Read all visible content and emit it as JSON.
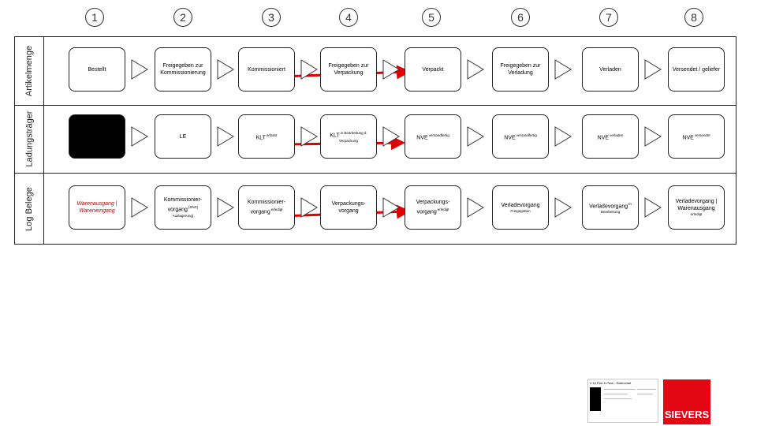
{
  "steps": [
    "1",
    "2",
    "3",
    "4",
    "5",
    "6",
    "7",
    "8"
  ],
  "rows": [
    {
      "label": "Artikelmenge",
      "boxes": [
        {
          "text": "Bestellt",
          "sup": "",
          "sub": ""
        },
        {
          "text": "Freigegeben zur Kommissionierung",
          "sup": "",
          "sub": ""
        },
        {
          "text": "Kommissioniert",
          "sup": "",
          "sub": ""
        },
        {
          "text": "Freigegeben zur Verpackung",
          "sup": "",
          "sub": ""
        },
        {
          "text": "Verpackt",
          "sup": "",
          "sub": ""
        },
        {
          "text": "Freigegeben zur Verladung",
          "sup": "",
          "sub": ""
        },
        {
          "text": "Verladen",
          "sup": "",
          "sub": ""
        },
        {
          "text": "Versendet / geliefer",
          "sup": "",
          "sub": ""
        }
      ]
    },
    {
      "label": "Ladungsträger",
      "boxes": [
        {
          "text": "",
          "sup": "",
          "sub": "",
          "style": "black"
        },
        {
          "text": "LE",
          "sup": "",
          "sub": ""
        },
        {
          "text": "KLT",
          "sup": "erfasst",
          "sub": ""
        },
        {
          "text": "KLT",
          "sup": "in Bearbeitung d.",
          "sub": "Verpackung"
        },
        {
          "text": "NVE",
          "sup": "versandfertig",
          "sub": ""
        },
        {
          "text": "NVE",
          "sup": "versandfertig",
          "sub": ""
        },
        {
          "text": "NVE",
          "sup": "verladen",
          "sub": ""
        },
        {
          "text": "NVE",
          "sup": "versendet",
          "sub": ""
        }
      ]
    },
    {
      "label": "Log Belege",
      "boxes": [
        {
          "text": "Warenausgang | Wareneingang",
          "sup": "",
          "sub": "",
          "style": "red"
        },
        {
          "text": "Kommissionier-vorgang",
          "sup": "(SNC)",
          "sub": "Auslagerung)"
        },
        {
          "text": "Kommissionier-vorgang",
          "sup": "erledigt",
          "sub": ""
        },
        {
          "text": "Verpackungs-vorgang",
          "sup": "",
          "sub": ""
        },
        {
          "text": "Verpackungs-vorgang",
          "sup": "erledigt",
          "sub": ""
        },
        {
          "text": "Verladevorgang",
          "sup": "",
          "sub": "Freigegeben"
        },
        {
          "text": "Verladevorgang",
          "sup": "In",
          "sub": "Bearbeitung"
        },
        {
          "text": "Verladevorgang | Warenausgang",
          "sup": "",
          "sub": "erledigt"
        }
      ]
    }
  ],
  "thumbnail": {
    "title": "2.14 Pick & Pack - Datenblatt"
  },
  "logo": {
    "text": "SIEVERS",
    "color": "#e30613"
  },
  "colors": {
    "arrow": "#e00000",
    "text_red": "#c00000"
  }
}
